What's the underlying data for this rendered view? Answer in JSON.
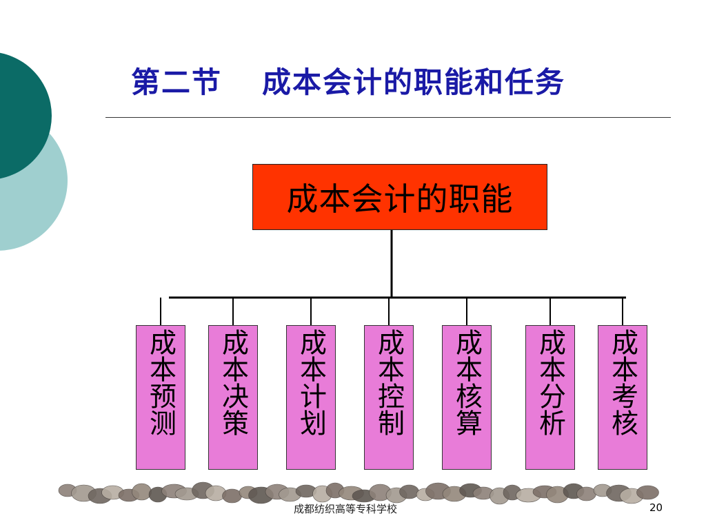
{
  "slide": {
    "title_part1": "第二节",
    "title_part2": "成本会计的职能和任务",
    "footer": "成都纺织高等专科学校",
    "page_number": "20"
  },
  "diagram": {
    "root": "成本会计的职能",
    "children": [
      "成本预测",
      "成本决策",
      "成本计划",
      "成本控制",
      "成本核算",
      "成本分析",
      "成本考核"
    ]
  },
  "colors": {
    "title": "#1a1aa6",
    "root_fill": "#ff3300",
    "child_fill": "#e87cd8",
    "decor_dark": "#0b6b66",
    "decor_light": "#9fcfcf"
  }
}
